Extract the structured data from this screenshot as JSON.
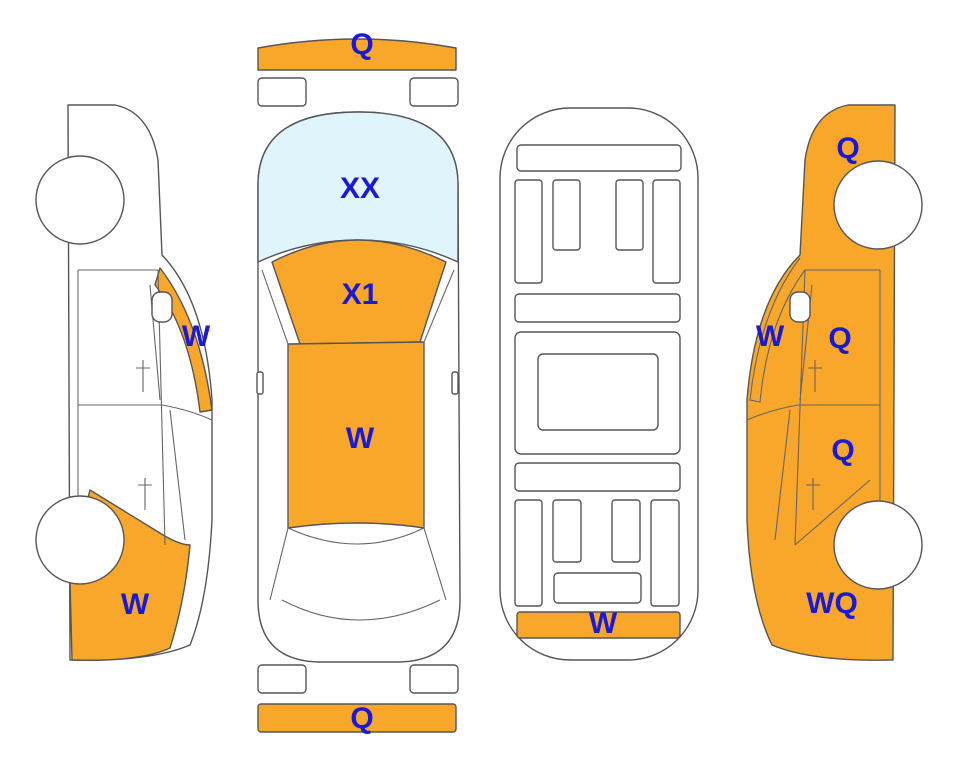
{
  "colors": {
    "damage": "#F9A72B",
    "glass": "#DFF5FB",
    "label": "#1A1AD6",
    "outline": "#555555",
    "background": "#FFFFFF"
  },
  "labels": {
    "front_bumper": "Q",
    "hood_glass": "XX",
    "roof_front": "X1",
    "roof_main": "W",
    "rear_bumper": "Q",
    "underside_rear": "W",
    "left_rear_door_edge": "W",
    "left_rear_quarter": "W",
    "right_front_fender": "Q",
    "right_front_door_edge": "W",
    "right_front_door": "Q",
    "right_rear_door": "Q",
    "right_rear_quarter": "WQ"
  }
}
